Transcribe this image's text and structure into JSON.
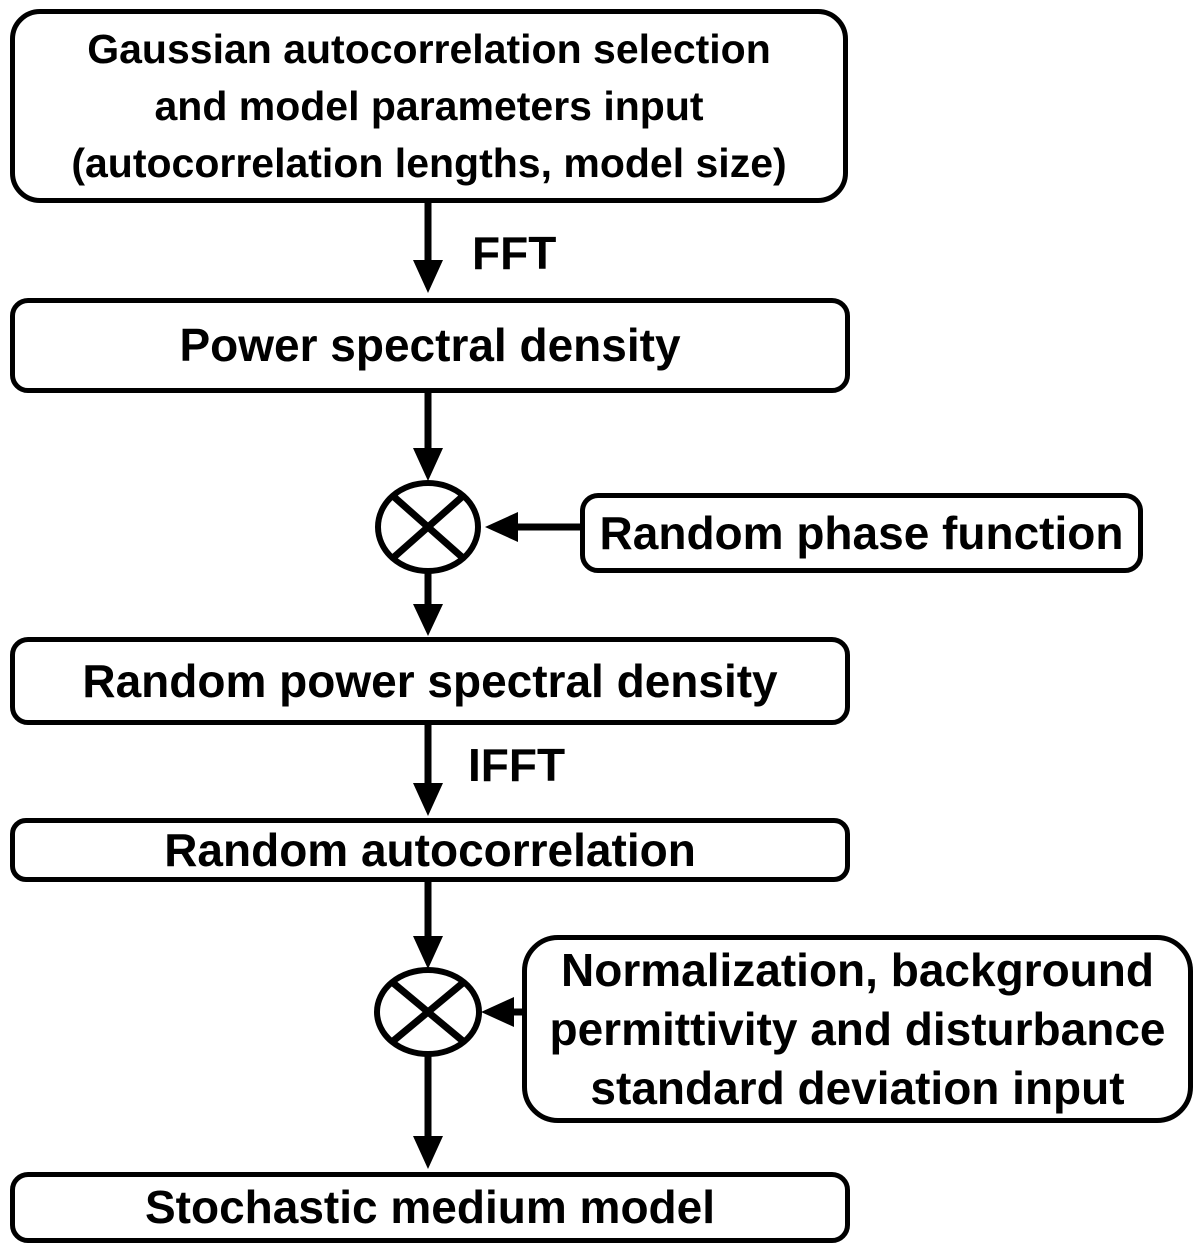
{
  "flowchart": {
    "colors": {
      "background": "#ffffff",
      "stroke": "#000000",
      "text": "#000000"
    },
    "boxes": {
      "gaussian_input": {
        "lines": [
          "Gaussian autocorrelation selection",
          "and model parameters input",
          "(autocorrelation lengths, model size)"
        ]
      },
      "power_spectral_density": {
        "label": "Power spectral density"
      },
      "random_phase_function": {
        "label": "Random phase function"
      },
      "random_power_spectral_density": {
        "label": "Random power spectral density"
      },
      "random_autocorrelation": {
        "label": "Random autocorrelation"
      },
      "normalization_input": {
        "lines": [
          "Normalization, background",
          "permittivity and disturbance",
          "standard deviation input"
        ]
      },
      "stochastic_medium_model": {
        "label": "Stochastic medium model"
      }
    },
    "edge_labels": {
      "fft": "FFT",
      "ifft": "IFFT"
    },
    "operators": {
      "multiply_1": "multiply",
      "multiply_2": "multiply"
    }
  }
}
